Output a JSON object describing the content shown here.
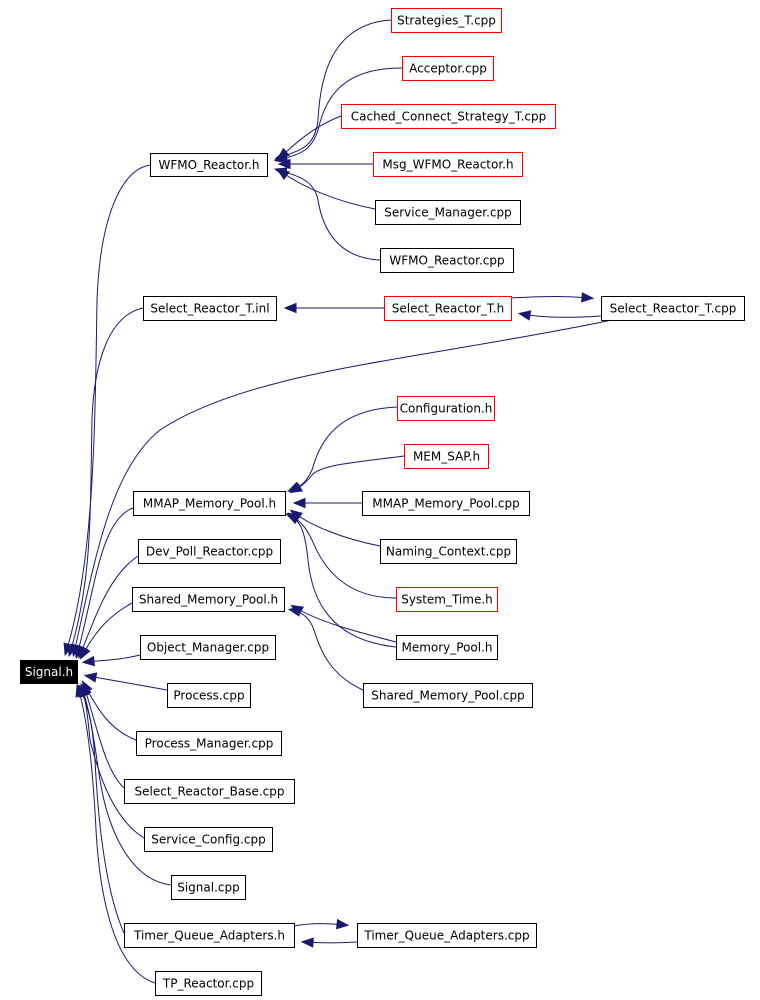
{
  "graph": {
    "edge_color": "#191970",
    "root": "Signal.h",
    "nodes": [
      {
        "id": "signal_h",
        "label": "Signal.h",
        "style": "root"
      },
      {
        "id": "wfmo_reactor_h",
        "label": "WFMO_Reactor.h",
        "style": "normal"
      },
      {
        "id": "strategies_t_cpp",
        "label": "Strategies_T.cpp",
        "style": "red"
      },
      {
        "id": "acceptor_cpp",
        "label": "Acceptor.cpp",
        "style": "red"
      },
      {
        "id": "cached_connect_strategy_t_cpp",
        "label": "Cached_Connect_Strategy_T.cpp",
        "style": "red"
      },
      {
        "id": "msg_wfmo_reactor_h",
        "label": "Msg_WFMO_Reactor.h",
        "style": "red"
      },
      {
        "id": "service_manager_cpp",
        "label": "Service_Manager.cpp",
        "style": "normal"
      },
      {
        "id": "wfmo_reactor_cpp",
        "label": "WFMO_Reactor.cpp",
        "style": "normal"
      },
      {
        "id": "select_reactor_t_inl",
        "label": "Select_Reactor_T.inl",
        "style": "normal"
      },
      {
        "id": "select_reactor_t_h",
        "label": "Select_Reactor_T.h",
        "style": "red"
      },
      {
        "id": "select_reactor_t_cpp",
        "label": "Select_Reactor_T.cpp",
        "style": "normal"
      },
      {
        "id": "configuration_h",
        "label": "Configuration.h",
        "style": "red"
      },
      {
        "id": "mem_sap_h",
        "label": "MEM_SAP.h",
        "style": "red"
      },
      {
        "id": "mmap_memory_pool_h",
        "label": "MMAP_Memory_Pool.h",
        "style": "normal"
      },
      {
        "id": "mmap_memory_pool_cpp",
        "label": "MMAP_Memory_Pool.cpp",
        "style": "normal"
      },
      {
        "id": "naming_context_cpp",
        "label": "Naming_Context.cpp",
        "style": "normal"
      },
      {
        "id": "dev_poll_reactor_cpp",
        "label": "Dev_Poll_Reactor.cpp",
        "style": "normal"
      },
      {
        "id": "system_time_h",
        "label": "System_Time.h",
        "style": "red"
      },
      {
        "id": "shared_memory_pool_h",
        "label": "Shared_Memory_Pool.h",
        "style": "normal"
      },
      {
        "id": "memory_pool_h",
        "label": "Memory_Pool.h",
        "style": "normal"
      },
      {
        "id": "object_manager_cpp",
        "label": "Object_Manager.cpp",
        "style": "normal"
      },
      {
        "id": "shared_memory_pool_cpp",
        "label": "Shared_Memory_Pool.cpp",
        "style": "normal"
      },
      {
        "id": "process_cpp",
        "label": "Process.cpp",
        "style": "normal"
      },
      {
        "id": "process_manager_cpp",
        "label": "Process_Manager.cpp",
        "style": "normal"
      },
      {
        "id": "select_reactor_base_cpp",
        "label": "Select_Reactor_Base.cpp",
        "style": "normal"
      },
      {
        "id": "service_config_cpp",
        "label": "Service_Config.cpp",
        "style": "normal"
      },
      {
        "id": "signal_cpp",
        "label": "Signal.cpp",
        "style": "normal"
      },
      {
        "id": "timer_queue_adapters_h",
        "label": "Timer_Queue_Adapters.h",
        "style": "normal"
      },
      {
        "id": "timer_queue_adapters_cpp",
        "label": "Timer_Queue_Adapters.cpp",
        "style": "normal"
      },
      {
        "id": "tp_reactor_cpp",
        "label": "TP_Reactor.cpp",
        "style": "normal"
      }
    ],
    "edges": [
      {
        "from": "wfmo_reactor_h",
        "to": "signal_h"
      },
      {
        "from": "strategies_t_cpp",
        "to": "wfmo_reactor_h"
      },
      {
        "from": "acceptor_cpp",
        "to": "wfmo_reactor_h"
      },
      {
        "from": "cached_connect_strategy_t_cpp",
        "to": "wfmo_reactor_h"
      },
      {
        "from": "msg_wfmo_reactor_h",
        "to": "wfmo_reactor_h"
      },
      {
        "from": "service_manager_cpp",
        "to": "wfmo_reactor_h"
      },
      {
        "from": "wfmo_reactor_cpp",
        "to": "wfmo_reactor_h"
      },
      {
        "from": "select_reactor_t_inl",
        "to": "signal_h"
      },
      {
        "from": "select_reactor_t_h",
        "to": "select_reactor_t_inl"
      },
      {
        "from": "select_reactor_t_h",
        "to": "select_reactor_t_cpp"
      },
      {
        "from": "select_reactor_t_cpp",
        "to": "select_reactor_t_h"
      },
      {
        "from": "select_reactor_t_cpp",
        "to": "signal_h"
      },
      {
        "from": "mmap_memory_pool_h",
        "to": "signal_h"
      },
      {
        "from": "configuration_h",
        "to": "mmap_memory_pool_h"
      },
      {
        "from": "mem_sap_h",
        "to": "mmap_memory_pool_h"
      },
      {
        "from": "mmap_memory_pool_cpp",
        "to": "mmap_memory_pool_h"
      },
      {
        "from": "naming_context_cpp",
        "to": "mmap_memory_pool_h"
      },
      {
        "from": "system_time_h",
        "to": "mmap_memory_pool_h"
      },
      {
        "from": "memory_pool_h",
        "to": "mmap_memory_pool_h"
      },
      {
        "from": "dev_poll_reactor_cpp",
        "to": "signal_h"
      },
      {
        "from": "shared_memory_pool_h",
        "to": "signal_h"
      },
      {
        "from": "memory_pool_h",
        "to": "shared_memory_pool_h"
      },
      {
        "from": "shared_memory_pool_cpp",
        "to": "shared_memory_pool_h"
      },
      {
        "from": "object_manager_cpp",
        "to": "signal_h"
      },
      {
        "from": "process_cpp",
        "to": "signal_h"
      },
      {
        "from": "process_manager_cpp",
        "to": "signal_h"
      },
      {
        "from": "select_reactor_base_cpp",
        "to": "signal_h"
      },
      {
        "from": "service_config_cpp",
        "to": "signal_h"
      },
      {
        "from": "signal_cpp",
        "to": "signal_h"
      },
      {
        "from": "timer_queue_adapters_h",
        "to": "signal_h"
      },
      {
        "from": "timer_queue_adapters_h",
        "to": "timer_queue_adapters_cpp"
      },
      {
        "from": "timer_queue_adapters_cpp",
        "to": "timer_queue_adapters_h"
      },
      {
        "from": "tp_reactor_cpp",
        "to": "signal_h"
      }
    ]
  }
}
